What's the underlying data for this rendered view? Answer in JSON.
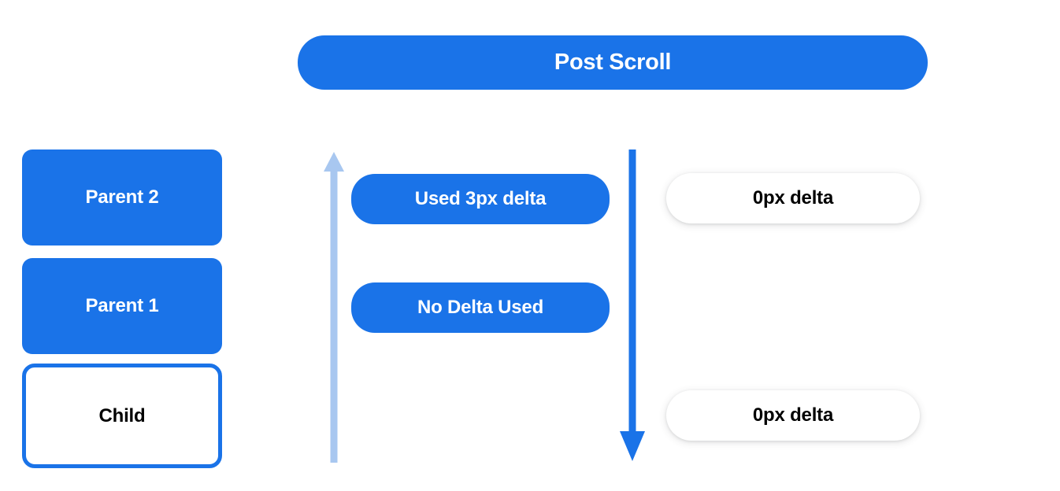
{
  "banner": {
    "title": "Post Scroll"
  },
  "colors": {
    "primary_blue": "#1a73e8",
    "light_blue": "#a8c7f0",
    "white": "#ffffff",
    "black": "#000000"
  },
  "left_column": {
    "boxes": [
      {
        "label": "Parent 2",
        "style": "filled"
      },
      {
        "label": "Parent 1",
        "style": "filled"
      },
      {
        "label": "Child",
        "style": "outlined"
      }
    ]
  },
  "arrows": [
    {
      "name": "scroll-chain-up-arrow",
      "direction": "up",
      "color": "#a8c7f0"
    },
    {
      "name": "scroll-dispatch-down-arrow",
      "direction": "down",
      "color": "#1a73e8"
    }
  ],
  "middle_pills": [
    {
      "label": "Used 3px delta"
    },
    {
      "label": "No Delta Used"
    }
  ],
  "right_pills": [
    {
      "label": "0px delta"
    },
    {
      "label": "0px delta"
    }
  ]
}
